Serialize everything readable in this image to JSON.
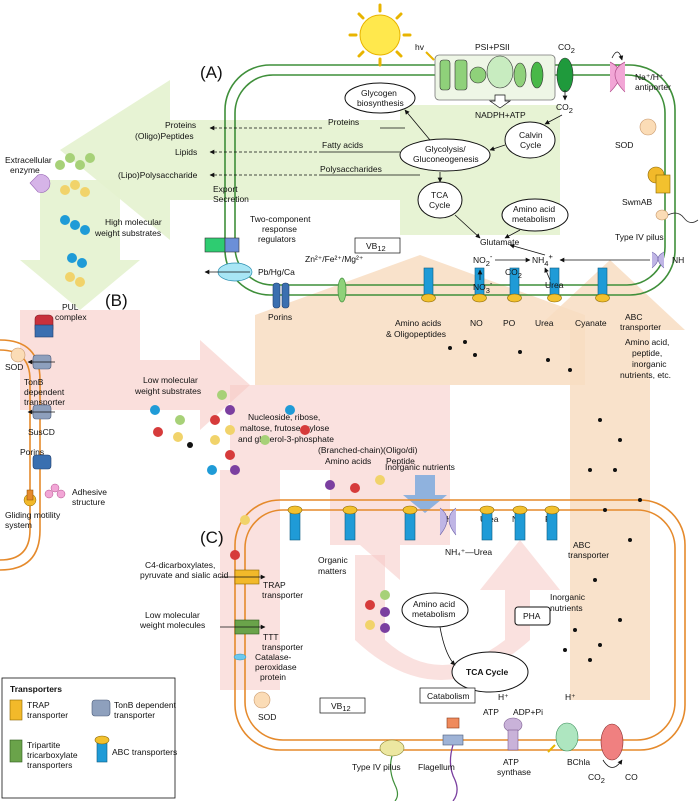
{
  "panels": {
    "a": "(A)",
    "b": "(B)",
    "c": "(C)"
  },
  "panel_a": {
    "hv": "hv",
    "psi_psii": "PSI+PSII",
    "co2_top": "CO",
    "co2_top_sub": "2",
    "co2_mid": "CO",
    "co2_mid_sub": "2",
    "nadph_atp": "NADPH+ATP",
    "na_h": "Na⁺/H⁺",
    "antiporter": "antiporter",
    "glycogen_1": "Glycogen",
    "glycogen_2": "biosynthesis",
    "calvin_1": "Calvin",
    "calvin_2": "Cycle",
    "glycolysis_1": "Glycolysis/",
    "glycolysis_2": "Gluconeogenesis",
    "tca_1": "TCA",
    "tca_2": "Cycle",
    "aa_metab_1": "Amino acid",
    "aa_metab_2": "metabolism",
    "glutamate": "Glutamate",
    "proteins_in": "Proteins",
    "fatty_acids": "Fatty acids",
    "polysaccharides": "Polysaccharides",
    "ext_proteins": "Proteins",
    "ext_oligopeptides": "(Oligo)Peptides",
    "ext_lipids": "Lipids",
    "ext_lipopoly": "(Lipo)Polysaccharide",
    "export_1": "Export",
    "export_2": "Secretion",
    "two_comp_1": "Two-component",
    "two_comp_2": "response",
    "two_comp_3": "regulators",
    "vb12": "VB",
    "vb12_sub": "12",
    "no2": "NO",
    "no2_sub": "2",
    "no2_sup": "-",
    "co2_urea": "CO",
    "co2_urea_sub": "2",
    "nh4": "NH",
    "nh4_sub": "4",
    "nh4_sup": "+",
    "no3": "NO",
    "no3_sub": "3",
    "no3_sup": "-",
    "urea": "Urea",
    "pb_hg_ca": "Pb/Hg/Ca",
    "metal_ions": "Zn²⁺/Fe²⁺/Mg²⁺",
    "porins": "Porins",
    "aa_oligo_1": "Amino acids",
    "aa_oligo_2": "& Oligopeptides",
    "no3_bottom": "NO",
    "po4": "PO",
    "urea_bottom": "Urea",
    "cyanate": "Cyanate",
    "abc_1": "ABC",
    "abc_2": "transporter",
    "sod": "SOD",
    "swmab": "SwmAB",
    "type4_pilus": "Type IV pilus",
    "nh4_right": "NH"
  },
  "panel_b": {
    "extracellular_1": "Extracellular",
    "extracellular_2": "enzyme",
    "hmw_1": "High molecular",
    "hmw_2": "weight substrates",
    "pul_1": "PUL",
    "pul_2": "complex",
    "sod": "SOD",
    "tonb_1": "TonB",
    "tonb_2": "dependent",
    "tonb_3": "transporter",
    "susCD": "SusCD",
    "porins": "Porins",
    "lmw_1": "Low molecular",
    "lmw_2": "weight substrates",
    "adhesive_1": "Adhesive",
    "adhesive_2": "structure",
    "gliding_1": "Gliding motility",
    "gliding_2": "system"
  },
  "panel_c": {
    "nucleoside_1": "Nucleoside, ribose,",
    "nucleoside_2": "maltose, frutose, xylose",
    "nucleoside_3": "and glycerol-3-phosphate",
    "branched_1": "(Branched-chain)",
    "branched_2": "Amino acids",
    "peptide_1": "(Oligo/di)",
    "peptide_2": "Peptide",
    "inorganic_nutrients": "Inorganic nutrients",
    "nh4": "NH",
    "urea": "Urea",
    "no3": "NO",
    "po4": "PO",
    "aa_peptide_1": "Amino acid,",
    "aa_peptide_2": "peptide,",
    "aa_peptide_3": "inorganic",
    "aa_peptide_4": "nutrients, etc.",
    "c4_1": "C4-dicarboxylates,",
    "c4_2": "pyruvate and sialic acid",
    "trap_1": "TRAP",
    "trap_2": "transporter",
    "lmw_1": "Low molecular",
    "lmw_2": "weight molecules",
    "ttt_1": "TTT",
    "ttt_2": "transporter",
    "organic_1": "Organic",
    "organic_2": "matters",
    "nh4_urea": "NH₄⁺—Urea",
    "abc_1": "ABC",
    "abc_2": "transporter",
    "inorg_1": "Inorganic",
    "inorg_2": "nutrients",
    "aa_metab_1": "Amino acid",
    "aa_metab_2": "metabolism",
    "pha": "PHA",
    "tca": "TCA Cycle",
    "catalase_1": "Catalase-",
    "catalase_2": "peroxidase",
    "catalase_3": "protein",
    "sod": "SOD",
    "vb12": "VB",
    "vb12_sub": "12",
    "catabolism": "Catabolism",
    "atp": "ATP",
    "h_plus_1": "H⁺",
    "adp_pi": "ADP+Pi",
    "h_plus_2": "H⁺",
    "atp_synthase_1": "ATP",
    "atp_synthase_2": "synthase",
    "bchla": "BChla",
    "co2": "CO",
    "co2_sub": "2",
    "co": "CO",
    "type4_pilus": "Type IV pilus",
    "flagellum": "Flagellum"
  },
  "legend": {
    "title": "Transporters",
    "trap_1": "TRAP",
    "trap_2": "transporter",
    "tonb_1": "TonB dependent",
    "tonb_2": "transporter",
    "tri_1": "Tripartite",
    "tri_2": "tricarboxylate",
    "tri_3": "transporters",
    "abc": "ABC transporters"
  },
  "colors": {
    "membrane": "#3f8f3a",
    "membrane_c": "#e58a2c",
    "green_arrow": "#e4f2cf",
    "pink_arrow": "#f6c9c4",
    "peach_arrow": "#f8ddc2",
    "abc_blue": "#1f9bd7",
    "abc_yellow": "#f2c12e",
    "trap_yellow": "#f2b92a",
    "ttt_green": "#6aa34a",
    "tonb_grey": "#8ea0bd"
  }
}
